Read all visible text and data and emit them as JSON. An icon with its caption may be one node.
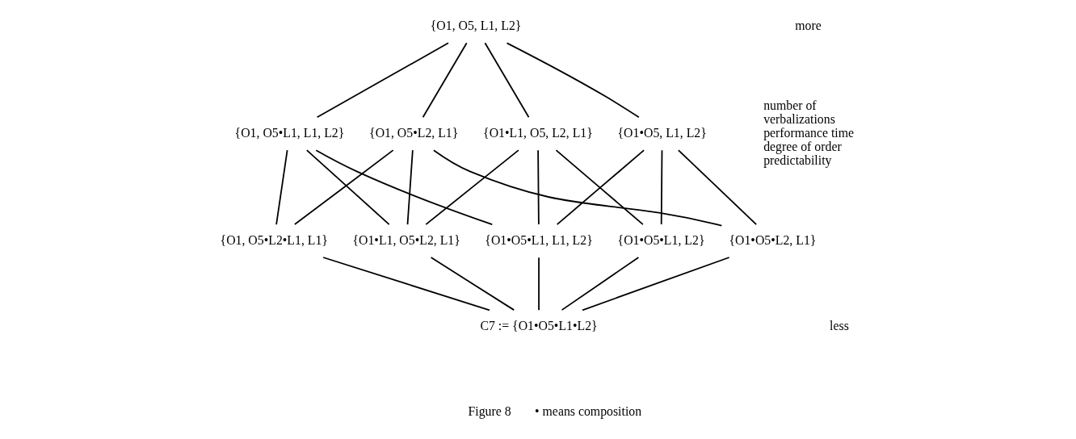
{
  "diagram": {
    "nodes": [
      {
        "text": [
          "{O1, O5, L1, L2}"
        ]
      },
      {
        "text": [
          "{O1•O5, L1, L2}"
        ]
      },
      {
        "text": [
          "{O1, O5•L2, L1}"
        ]
      },
      {
        "text": [
          "{O1•L1, O5, L2, L1}"
        ]
      },
      {
        "text": [
          "{O1, O5•L1, L1, L2}"
        ]
      },
      {
        "text": [
          "{O1•O5•L2, L1}"
        ]
      },
      {
        "text": [
          "{O1•O5•L1, L2}"
        ]
      },
      {
        "text": [
          "{O1•O5•L1, L1, L2}"
        ]
      },
      {
        "text": [
          "{O1•L1, O5•L2, L1}"
        ]
      },
      {
        "text": [
          "{O1, O5•L2•L1, L1}"
        ]
      },
      {
        "text": [
          "C7 := {O1•O5•L1•L2}"
        ]
      }
    ],
    "edges": [
      {
        "from": 0,
        "to": 1,
        "arrow": "none"
      },
      {
        "from": 0,
        "to": 2,
        "arrow": "none"
      },
      {
        "from": 0,
        "to": 3,
        "arrow": "none"
      },
      {
        "from": 0,
        "to": 4,
        "arrow": "none"
      },
      {
        "from": 1,
        "to": 5,
        "arrow": "none"
      },
      {
        "from": 1,
        "to": 6,
        "arrow": "none"
      },
      {
        "from": 1,
        "to": 7,
        "arrow": "none"
      },
      {
        "from": 2,
        "to": 5,
        "arrow": "none"
      },
      {
        "from": 2,
        "to": 8,
        "arrow": "none"
      },
      {
        "from": 2,
        "to": 9,
        "arrow": "none"
      },
      {
        "from": 3,
        "to": 6,
        "arrow": "none"
      },
      {
        "from": 3,
        "to": 7,
        "arrow": "none"
      },
      {
        "from": 3,
        "to": 8,
        "arrow": "none"
      },
      {
        "from": 4,
        "to": 7,
        "arrow": "none"
      },
      {
        "from": 4,
        "to": 8,
        "arrow": "none"
      },
      {
        "from": 4,
        "to": 9,
        "arrow": "none"
      },
      {
        "from": 5,
        "to": 10,
        "arrow": "none"
      },
      {
        "from": 6,
        "to": 10,
        "arrow": "none"
      },
      {
        "from": 7,
        "to": 10,
        "arrow": "none"
      },
      {
        "from": 8,
        "to": 10,
        "arrow": "none"
      },
      {
        "from": 9,
        "to": 10,
        "arrow": "none"
      }
    ],
    "labels": [
      "more",
      "number of verbalizations performance time degree of order predictability",
      "less",
      "Figure 8",
      "• means composition"
    ]
  }
}
